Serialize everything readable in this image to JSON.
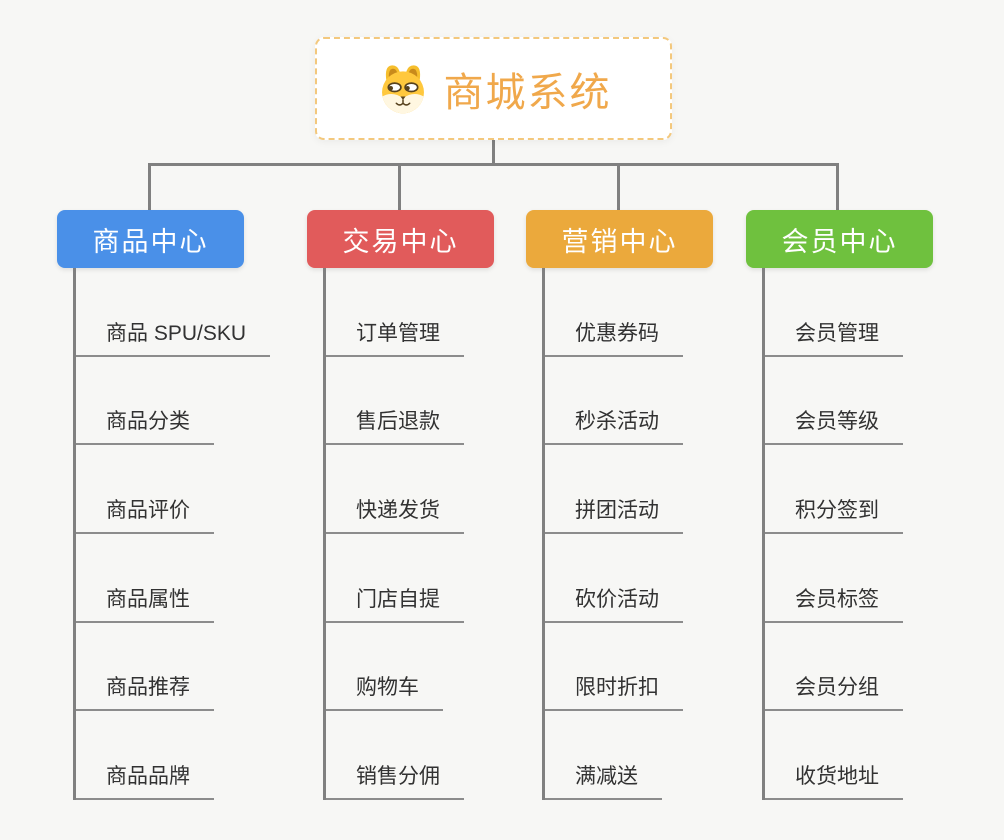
{
  "canvas": {
    "background_color": "#F7F7F5",
    "connector_color": "#808080"
  },
  "root": {
    "title": "商城系统",
    "icon": "dog-face-icon",
    "text_color": "#F0A84B",
    "border_color": "#F3C87D"
  },
  "branches": [
    {
      "label": "商品中心",
      "color": "#4A90E8",
      "children": [
        "商品 SPU/SKU",
        "商品分类",
        "商品评价",
        "商品属性",
        "商品推荐",
        "商品品牌"
      ]
    },
    {
      "label": "交易中心",
      "color": "#E15B5B",
      "children": [
        "订单管理",
        "售后退款",
        "快递发货",
        "门店自提",
        "购物车",
        "销售分佣"
      ]
    },
    {
      "label": "营销中心",
      "color": "#EBA93C",
      "children": [
        "优惠券码",
        "秒杀活动",
        "拼团活动",
        "砍价活动",
        "限时折扣",
        "满减送"
      ]
    },
    {
      "label": "会员中心",
      "color": "#6FC13E",
      "children": [
        "会员管理",
        "会员等级",
        "积分签到",
        "会员标签",
        "会员分组",
        "收货地址"
      ]
    }
  ]
}
